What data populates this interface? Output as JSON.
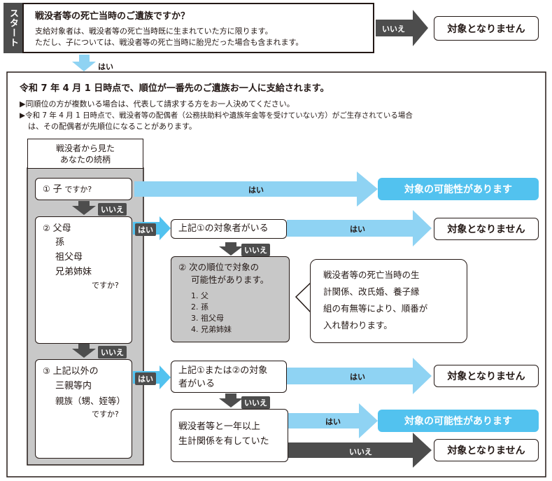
{
  "start": {
    "tab_label": "スタート",
    "question": "戦没者等の死亡当時のご遺族ですか？",
    "note_1": "支給対象者は、戦没者等の死亡当時既に生まれていた方に限ります。",
    "note_2": "ただし、子については、戦没者等の死亡当時に胎児だった場合も含まれます。",
    "no_label": "いいえ",
    "yes_label": "はい",
    "result_no": "対象となりません"
  },
  "main": {
    "title": "令和 7 年 4 月 1 日時点で、順位が一番先のご遺族お一人に支給されます。",
    "note_1": "▶同順位の方が複数いる場合は、代表して請求する方をお一人決めてください。",
    "note_2": "▶令和 7 年 4 月 1 日時点で、戦没者等の配偶者（公務扶助料や遺族年金等を受けていない方）がご生存されている場合",
    "note_2b": "は、その配偶者が先順位になることがあります。"
  },
  "relation": {
    "header_line1": "戦没者から見た",
    "header_line2": "あなたの続柄",
    "q1_num": "①",
    "q1_item": "子",
    "q1_suffix": "ですか?",
    "q2_num": "②",
    "q2_items": [
      "父母",
      "孫",
      "祖父母",
      "兄弟姉妹"
    ],
    "q2_suffix": "ですか?",
    "q3_num": "③",
    "q3_items": [
      "上記以外の",
      "三親等内",
      "親族（甥、姪等）"
    ],
    "q3_suffix": "ですか?"
  },
  "labels": {
    "yes": "はい",
    "no": "いいえ"
  },
  "results": {
    "possible": "対象の可能性があります",
    "not_eligible": "対象となりません"
  },
  "checks": {
    "check1": "上記①の対象者がいる",
    "check2_line1": "上記①または②の対象",
    "check2_line2": "者がいる",
    "check3_line1": "戦没者等と一年以上",
    "check3_line2": "生計関係を有していた"
  },
  "second_rank": {
    "title_line1": "② 次の順位で対象の",
    "title_line2": "可能性があります。",
    "items": [
      "1.  父",
      "2.  孫",
      "3.  祖父母",
      "4.  兄弟姉妹"
    ]
  },
  "callout": {
    "line1": "戦没者等の死亡当時の生",
    "line2": "計関係、改氏婚、養子縁",
    "line3": "組の有無等により、順番が",
    "line4": "入れ替わります。"
  },
  "colors": {
    "blue": "#52c2ef",
    "light_blue": "#8fd3f3",
    "dark_gray": "#4d4d4d",
    "mid_gray": "#c8c8c8",
    "ink": "#231815"
  }
}
